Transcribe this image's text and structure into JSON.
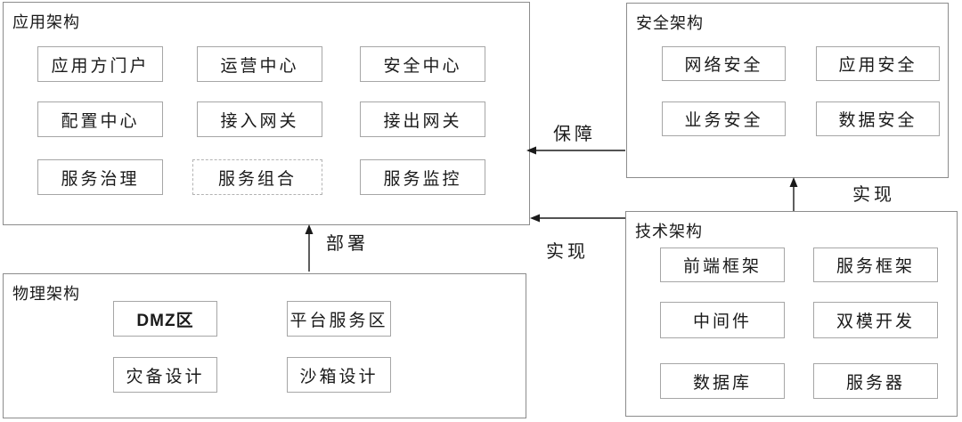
{
  "diagram": {
    "panels": {
      "app": {
        "title": "应用架构",
        "boxes": [
          {
            "label": "应用方门户"
          },
          {
            "label": "运营中心"
          },
          {
            "label": "安全中心"
          },
          {
            "label": "配置中心"
          },
          {
            "label": "接入网关"
          },
          {
            "label": "接出网关"
          },
          {
            "label": "服务治理"
          },
          {
            "label": "服务组合",
            "border": "dashed"
          },
          {
            "label": "服务监控"
          }
        ]
      },
      "security": {
        "title": "安全架构",
        "boxes": [
          {
            "label": "网络安全"
          },
          {
            "label": "应用安全"
          },
          {
            "label": "业务安全"
          },
          {
            "label": "数据安全"
          }
        ]
      },
      "tech": {
        "title": "技术架构",
        "boxes": [
          {
            "label": "前端框架"
          },
          {
            "label": "服务框架"
          },
          {
            "label": "中间件"
          },
          {
            "label": "双模开发"
          },
          {
            "label": "数据库"
          },
          {
            "label": "服务器"
          }
        ]
      },
      "physical": {
        "title": "物理架构",
        "boxes": [
          {
            "label": "DMZ区"
          },
          {
            "label": "平台服务区"
          },
          {
            "label": "灾备设计"
          },
          {
            "label": "沙箱设计"
          }
        ]
      }
    },
    "arrows": [
      {
        "label": "保障",
        "from": "安全架构",
        "to": "应用架构",
        "direction": "left"
      },
      {
        "label": "实现",
        "from": "技术架构",
        "to": "应用架构",
        "direction": "left"
      },
      {
        "label": "实现",
        "from": "技术架构",
        "to": "安全架构",
        "direction": "up"
      },
      {
        "label": "部署",
        "from": "物理架构",
        "to": "应用架构",
        "direction": "up"
      }
    ],
    "colors": {
      "background": "#ffffff",
      "panel_border": "#8c8c8c",
      "box_border": "#a6a6a6",
      "dashed_box_border": "#b3b3b3",
      "text": "#1a1a1a",
      "arrow": "#1a1a1a"
    }
  }
}
